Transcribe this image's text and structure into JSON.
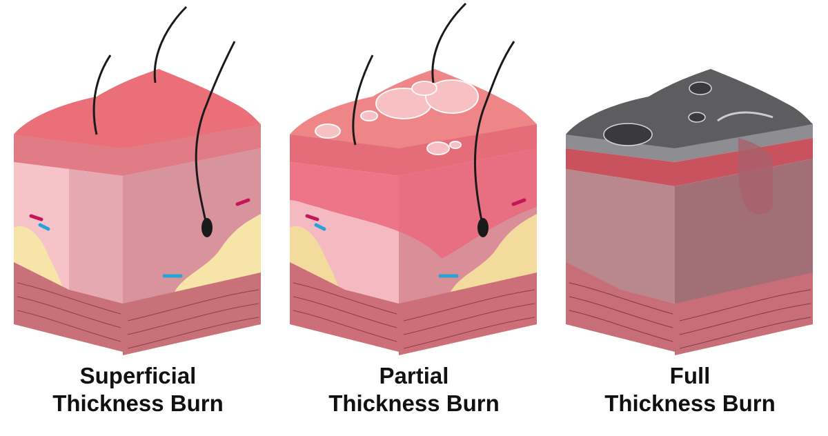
{
  "panels": [
    {
      "id": "superficial",
      "caption_line1": "Superficial",
      "caption_line2": "Thickness Burn",
      "colors": {
        "surface": "#ea6f78",
        "epidermis": "#e17b86",
        "dermis_front": "#f6c3c9",
        "dermis_side": "#d8939c",
        "inflamed": "#f1a3ad",
        "fat": "#f7e4a8",
        "muscle": "#c97179",
        "muscle_line": "#8d3f48"
      }
    },
    {
      "id": "partial",
      "caption_line1": "Partial",
      "caption_line2": "Thickness Burn",
      "colors": {
        "surface": "#ee8586",
        "epidermis": "#e56d7a",
        "dermis_front": "#f4b9c1",
        "dermis_side": "#d98e98",
        "inflamed": "#ea6a7c",
        "fat": "#f3db9d",
        "muscle": "#cc6f79",
        "muscle_line": "#8b3c46",
        "blister": "#f8c4c6"
      }
    },
    {
      "id": "full",
      "caption_line1": "Full",
      "caption_line2": "Thickness Burn",
      "colors": {
        "surface": "#5d5d60",
        "char_edge": "#8e8e92",
        "epidermis": "#c9525f",
        "dermis_front": "#b9888f",
        "dermis_side": "#a26f77",
        "inflamed": "#a9626c",
        "muscle": "#c76e78",
        "muscle_line": "#7f3b45"
      }
    }
  ]
}
